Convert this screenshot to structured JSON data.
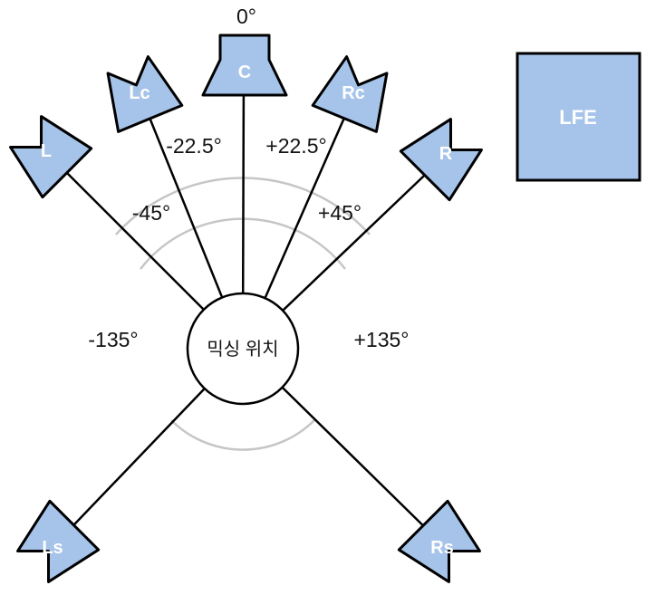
{
  "diagram": {
    "center": {
      "label": "믹싱 위치"
    },
    "speakers": [
      {
        "id": "L",
        "label": "L"
      },
      {
        "id": "Lc",
        "label": "Lc"
      },
      {
        "id": "C",
        "label": "C"
      },
      {
        "id": "Rc",
        "label": "Rc"
      },
      {
        "id": "R",
        "label": "R"
      },
      {
        "id": "Ls",
        "label": "Ls"
      },
      {
        "id": "Rs",
        "label": "Rs"
      }
    ],
    "lfe": {
      "label": "LFE"
    },
    "angle_labels": {
      "front": "0°",
      "left_center": "-22.5°",
      "right_center": "+22.5°",
      "left": "-45°",
      "right": "+45°",
      "left_surround": "-135°",
      "right_surround": "+135°"
    },
    "colors": {
      "speaker_fill": "#a6c4ea",
      "outline": "#000000",
      "arc": "#c6c6c6",
      "speaker_text": "#ffffff",
      "background": "#ffffff"
    }
  }
}
